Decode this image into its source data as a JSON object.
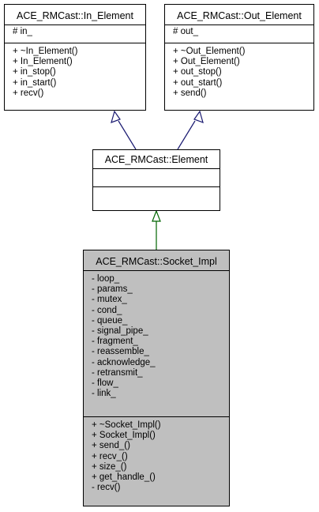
{
  "classes": {
    "in_element": {
      "name": "ACE_RMCast::In_Element",
      "attributes": [
        "# in_"
      ],
      "methods": [
        "+ ~In_Element()",
        "+ In_Element()",
        "+ in_stop()",
        "+ in_start()",
        "+ recv()"
      ]
    },
    "out_element": {
      "name": "ACE_RMCast::Out_Element",
      "attributes": [
        "# out_"
      ],
      "methods": [
        "+ ~Out_Element()",
        "+ Out_Element()",
        "+ out_stop()",
        "+ out_start()",
        "+ send()"
      ]
    },
    "element": {
      "name": "ACE_RMCast::Element",
      "attributes": [],
      "methods": []
    },
    "socket_impl": {
      "name": "ACE_RMCast::Socket_Impl",
      "attributes": [
        "- loop_",
        "- params_",
        "- mutex_",
        "- cond_",
        "- queue_",
        "- signal_pipe_",
        "- fragment_",
        "- reassemble_",
        "- acknowledge_",
        "- retransmit_",
        "- flow_",
        "- link_"
      ],
      "methods": [
        "+ ~Socket_Impl()",
        "+ Socket_Impl()",
        "+ send_()",
        "+ recv_()",
        "+ size_()",
        "+ get_handle_()",
        "- recv()"
      ]
    }
  },
  "colors": {
    "inheritance_public": "#191970",
    "inheritance_protected": "#006400",
    "focus_fill": "#bfbfbf"
  }
}
